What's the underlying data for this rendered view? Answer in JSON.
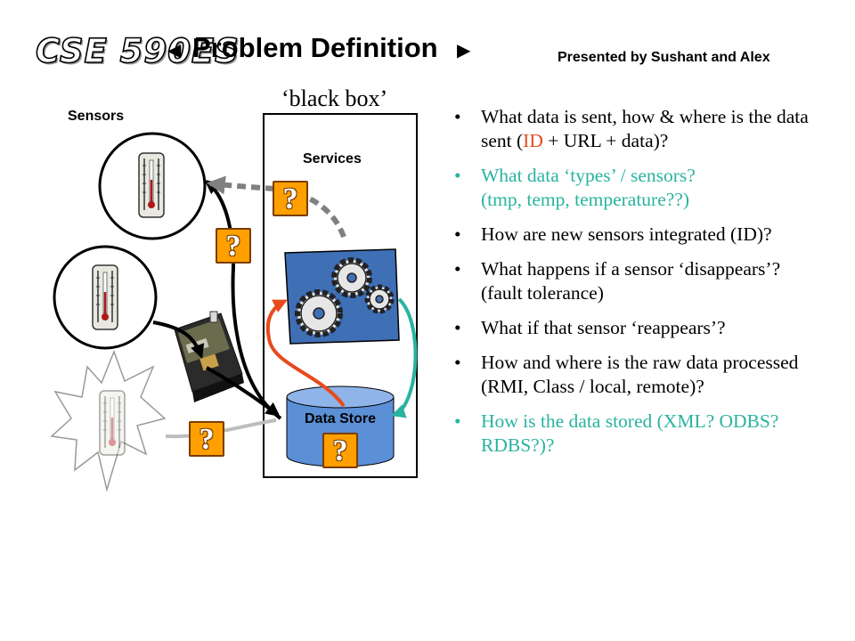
{
  "header": {
    "logo_text": "CSE 590ES",
    "left_arrow_icon": "triangle-left-icon",
    "right_arrow_icon": "triangle-right-icon",
    "title": "Problem Definition",
    "presenter": "Presented by Sushant and Alex"
  },
  "diagram": {
    "black_box_label": "‘black box’",
    "sensors_label": "Sensors",
    "services_label": "Services",
    "data_store_label": "Data Store",
    "question_mark": "?",
    "icons": [
      "thermometer-icon",
      "gateway-device-icon",
      "gears-icon",
      "database-icon",
      "explosion-icon",
      "question-box-icon"
    ],
    "colors": {
      "question_box": "#ff9f00",
      "gears_panel": "#3f6fb5",
      "data_store": "#5b8fd6",
      "red_arrow": "#e84a1c",
      "green_arrow": "#2ab3a0",
      "dashed_arrow": "#808080"
    }
  },
  "bullets": [
    {
      "bullet": "•",
      "pre": "What data is sent, how & where is the data sent (",
      "highlight": "ID",
      "post": " + URL + data)?",
      "color": "black"
    },
    {
      "bullet": "•",
      "text": "What data ‘types’ / sensors?",
      "text2": " (tmp, temp, temperature??)",
      "color": "green"
    },
    {
      "bullet": "•",
      "text": "How are new sensors integrated (ID)?",
      "color": "black"
    },
    {
      "bullet": "•",
      "text": "What happens if a sensor ‘disappears’? (fault tolerance)",
      "color": "black"
    },
    {
      "bullet": "•",
      "text": "What if that sensor ‘reappears’?",
      "color": "black"
    },
    {
      "bullet": "•",
      "text": "How and where is the  raw data processed (RMI, Class / local, remote)?",
      "color": "black"
    },
    {
      "bullet": "•",
      "text": "How is the data stored (XML? ODBS? RDBS?)?",
      "color": "green"
    }
  ]
}
